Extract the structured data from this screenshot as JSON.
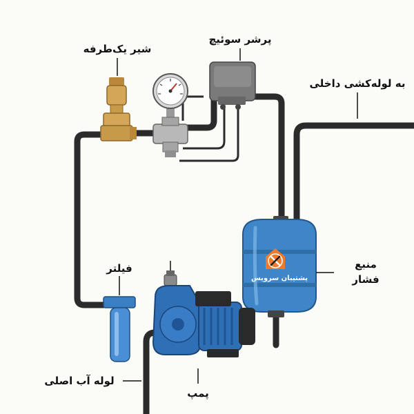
{
  "labels": {
    "one_way_valve": "شیر یک‌طرفه",
    "pressure_switch": "پرشر سوئیچ",
    "to_house_pipes": "به لوله‌کشی داخلی",
    "tank_line1": "منبع",
    "tank_line2": "فشار",
    "filter": "فیلتر",
    "main_pipe": "لوله آب اصلی",
    "pump": "پمپ"
  },
  "brand": {
    "name": "پشتیبان سرویس"
  },
  "colors": {
    "pipe": "#2b2b2b",
    "brass": "#c79a4a",
    "tank": "#3f86c8",
    "pump": "#2f6fb6",
    "filter": "#4a8fd6",
    "motor": "#2a2a2a",
    "logo_orange": "#f07a2b"
  },
  "icons": [
    "wrench-icon",
    "screwdriver-icon",
    "house-icon"
  ]
}
